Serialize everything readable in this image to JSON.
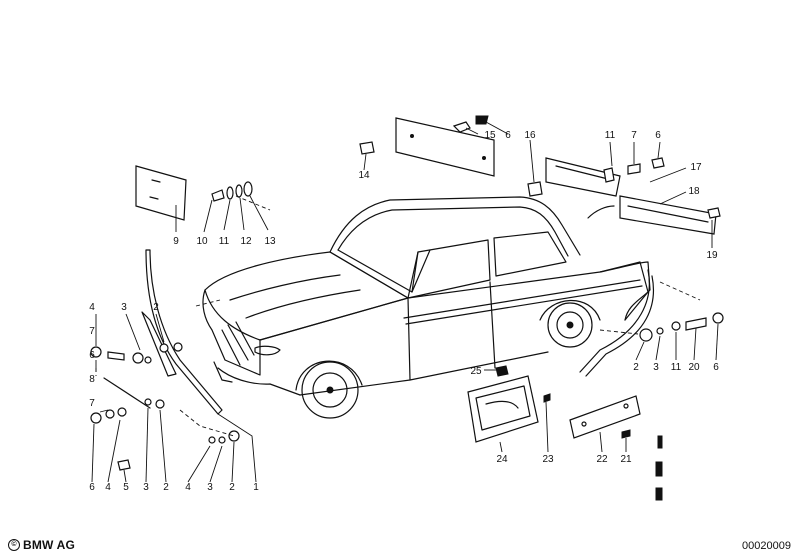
{
  "brand": {
    "logo_text": "©",
    "name": "BMW AG"
  },
  "diagram_id": "00020009",
  "callouts": [
    "1",
    "2",
    "3",
    "4",
    "5",
    "6",
    "7",
    "8",
    "9",
    "10",
    "11",
    "12",
    "13",
    "14",
    "15",
    "16",
    "17",
    "18",
    "19",
    "20",
    "21",
    "22",
    "23",
    "24",
    "25"
  ],
  "colors": {
    "ink": "#111111",
    "paper": "#ffffff"
  }
}
